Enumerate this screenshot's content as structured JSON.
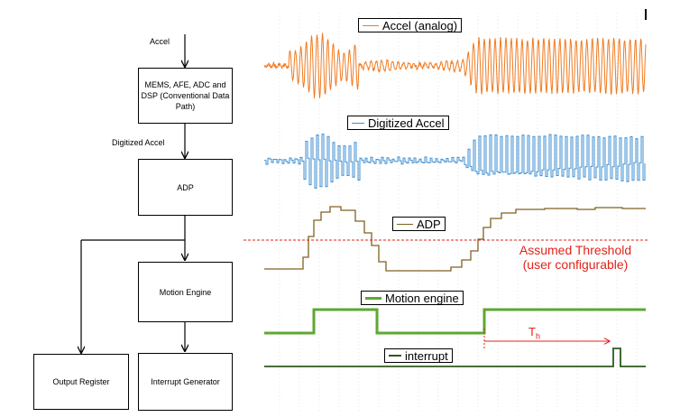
{
  "block_diagram": {
    "input_label": "Accel",
    "blocks": {
      "mems": "MEMS, AFE, ADC and DSP (Conventional Data Path)",
      "adp": "ADP",
      "motion_engine": "Motion Engine",
      "output_register": "Output Register",
      "interrupt_generator": "Interrupt Generator"
    },
    "digitized_label": "Digitized Accel"
  },
  "traces": {
    "accel_analog": {
      "legend": "Accel (analog)",
      "color": "#f07b21"
    },
    "digitized_accel": {
      "legend": "Digitized Accel",
      "color": "#3f8fd0"
    },
    "adp": {
      "legend": "ADP",
      "color": "#7f6220"
    },
    "motion_engine": {
      "legend": "Motion engine",
      "color": "#5ea832"
    },
    "interrupt": {
      "legend": "interrupt",
      "color": "#2e5a1c"
    }
  },
  "threshold": {
    "label_line1": "Assumed Threshold",
    "label_line2": "(user configurable)",
    "color": "#e2231a"
  },
  "timing": {
    "label": "T",
    "subscript": "h",
    "color": "#e2231a"
  }
}
